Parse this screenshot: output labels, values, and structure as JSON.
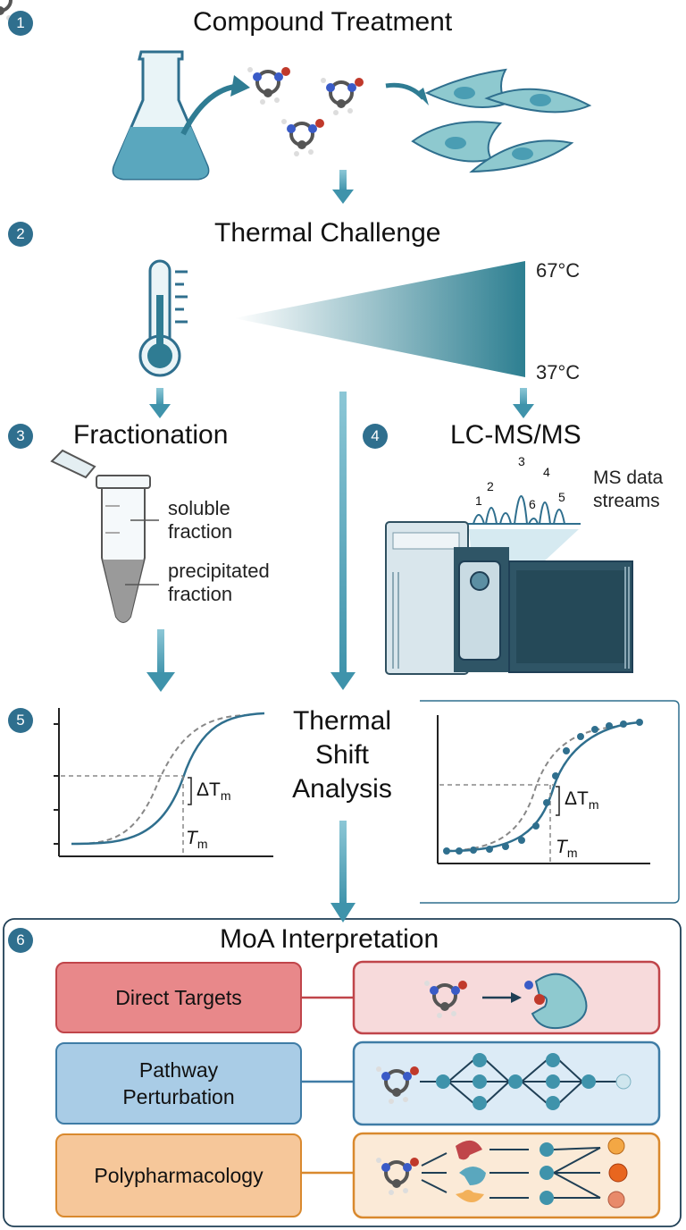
{
  "steps": [
    {
      "number": "1",
      "title": "Compound Treatment"
    },
    {
      "number": "2",
      "title": "Thermal Challenge"
    },
    {
      "number": "3",
      "title": "Fractionation"
    },
    {
      "number": "4",
      "title": "LC-MS/MS"
    },
    {
      "number": "5",
      "title": "Thermal Shift Analysis",
      "title_lines": [
        "Thermal",
        "Shift",
        "Analysis"
      ]
    },
    {
      "number": "6",
      "title": "MoA Interpretation"
    }
  ],
  "thermal": {
    "temp_high": "67°C",
    "temp_low": "37°C"
  },
  "fractionation": {
    "soluble": [
      "soluble",
      "fraction"
    ],
    "precipitated": [
      "precipitated",
      "fraction"
    ]
  },
  "lcms": {
    "peaks": [
      "1",
      "2",
      "3",
      "6",
      "4",
      "5"
    ],
    "data_label": [
      "MS data",
      "streams"
    ]
  },
  "shift": {
    "delta_label": "ΔT",
    "delta_sub": "m",
    "tm_label": "T",
    "tm_sub": "m"
  },
  "moa": {
    "rows": [
      {
        "label": [
          "Direct Targets"
        ],
        "color": "#e8888a",
        "border": "#c0454a",
        "panel": "#f7dadb"
      },
      {
        "label": [
          "Pathway",
          "Perturbation"
        ],
        "color": "#a9cce6",
        "border": "#3f7ca6",
        "panel": "#dcebf6"
      },
      {
        "label": [
          "Polypharmacology"
        ],
        "color": "#f6c79a",
        "border": "#d9892e",
        "panel": "#fbead7"
      }
    ]
  },
  "colors": {
    "accent": "#2f6f8e",
    "teal": "#4a9db3",
    "flask": "#5aa7be",
    "cell": "#8ec9cf"
  }
}
